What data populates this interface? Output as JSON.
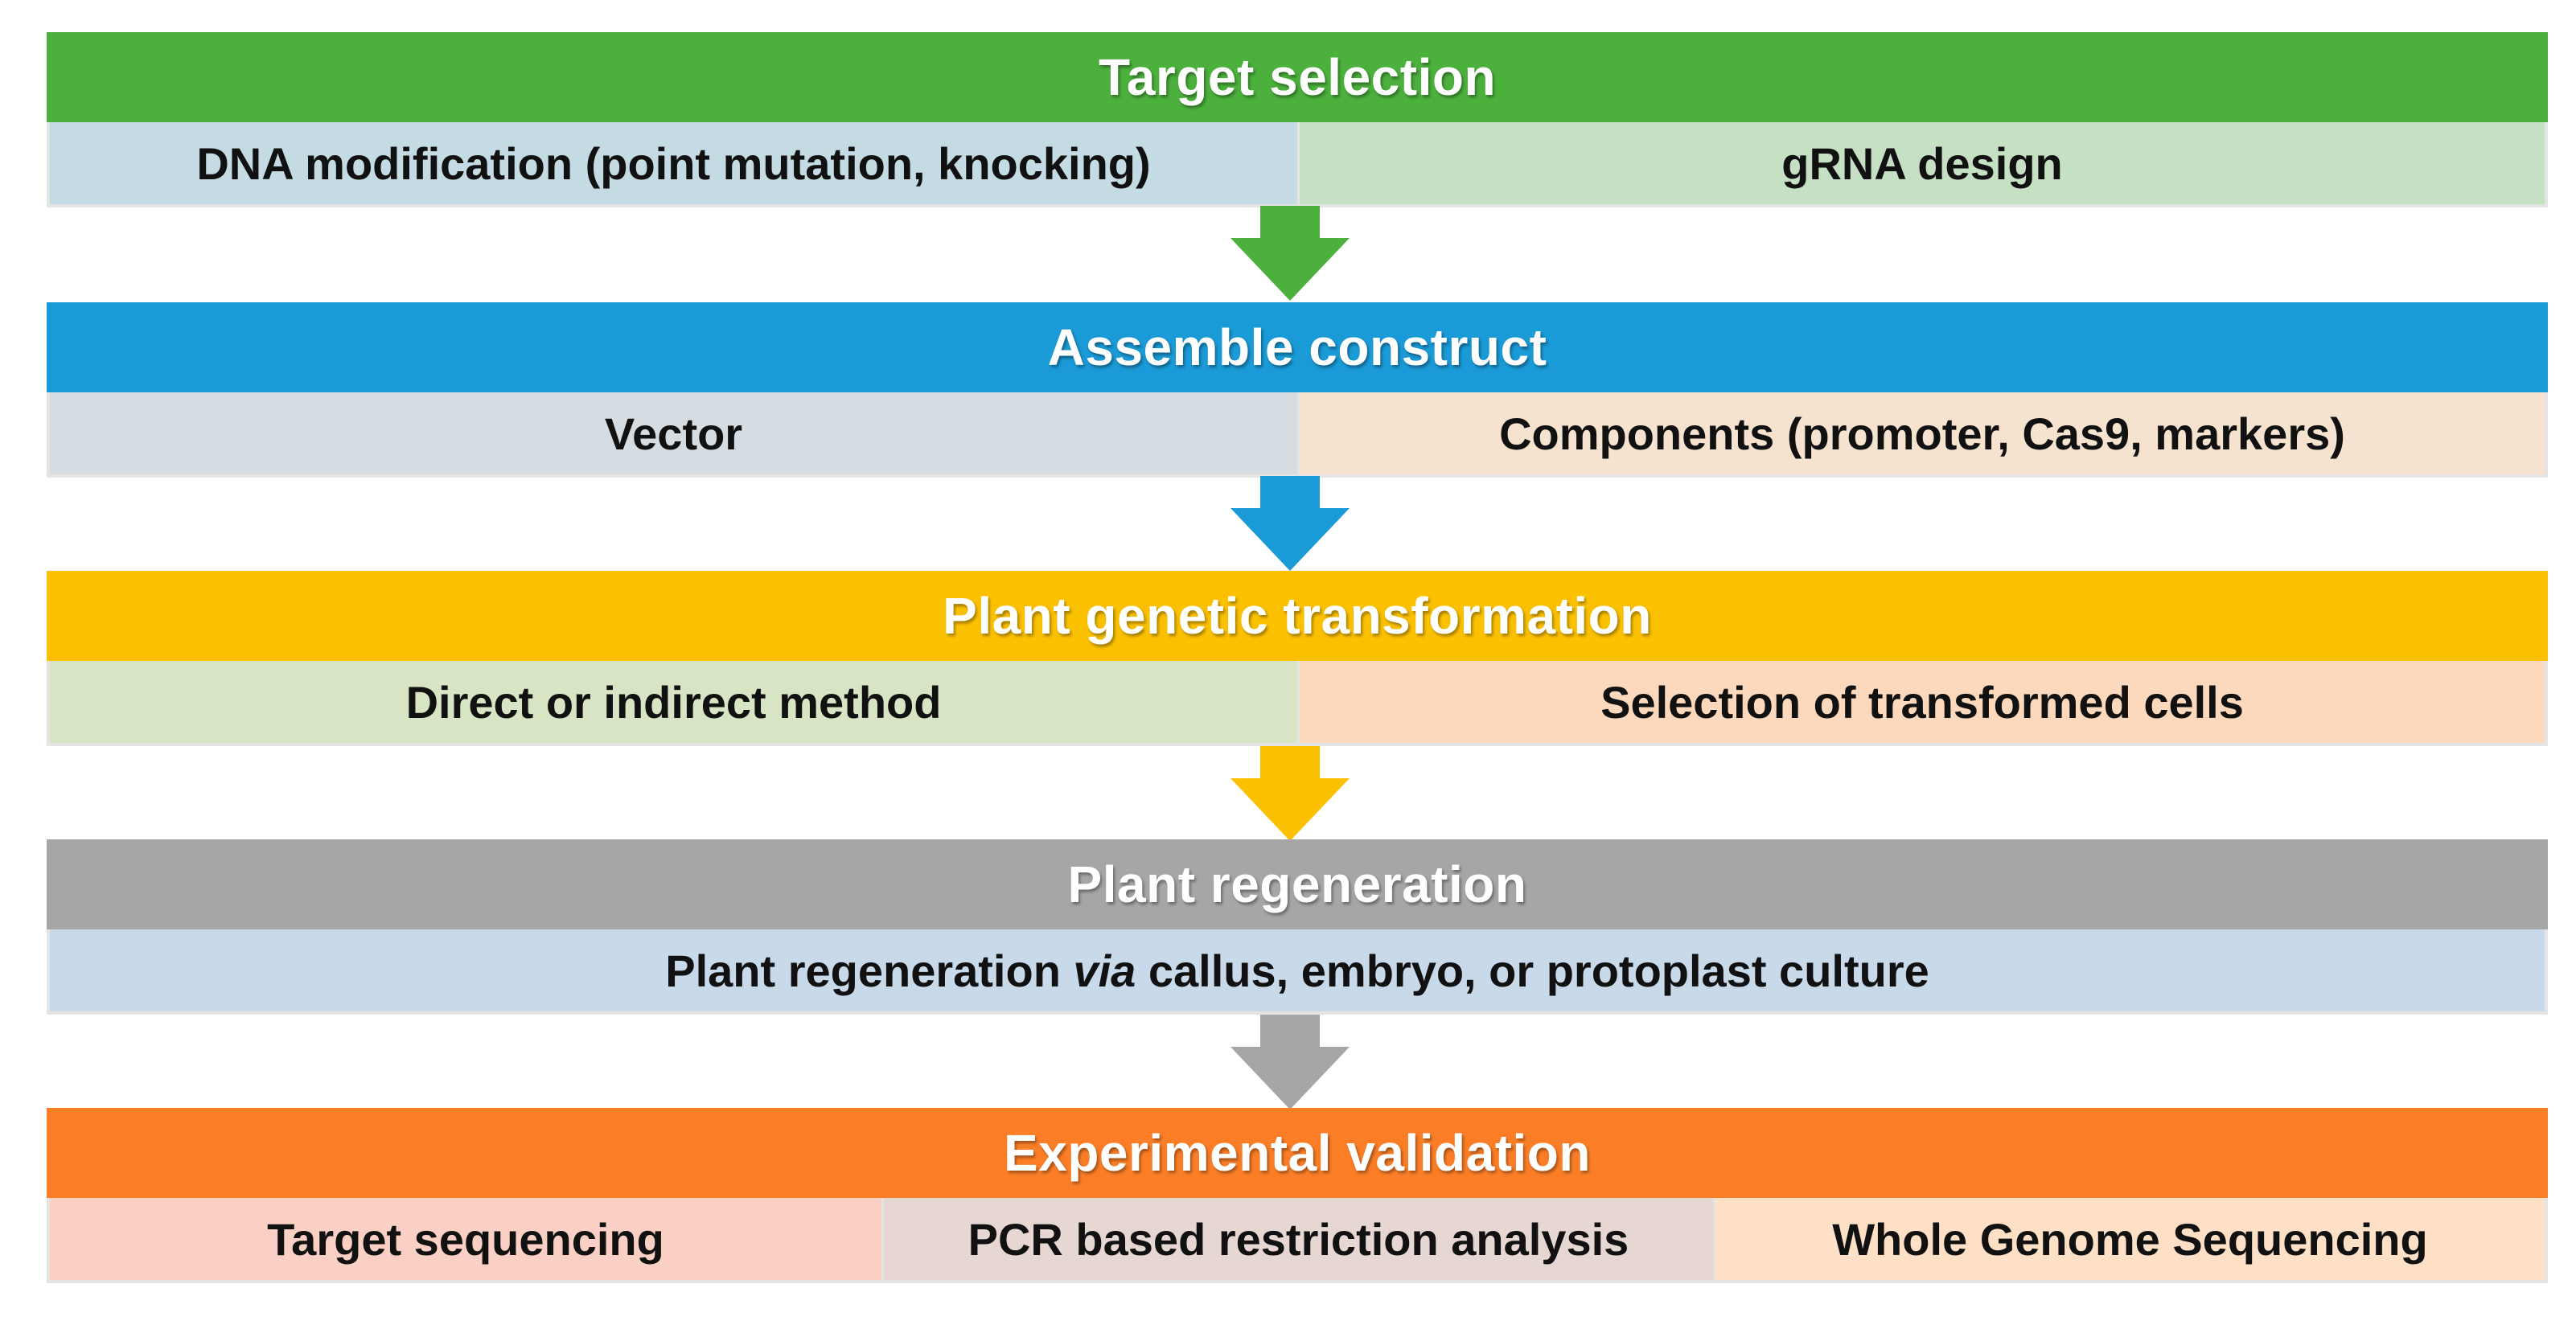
{
  "stages": [
    {
      "title": "Target selection",
      "header_color": "#4bb03c",
      "cells": [
        {
          "text": "DNA modification (point mutation, knocking)",
          "color": "#c4dbe3"
        },
        {
          "text": "gRNA design",
          "color": "#c6e0c4"
        }
      ]
    },
    {
      "title": "Assemble construct",
      "header_color": "#1a9ad6",
      "cells": [
        {
          "text": "Vector",
          "color": "#d5dde3"
        },
        {
          "text": "Components (promoter, Cas9, markers)",
          "color": "#f5e3cf"
        }
      ]
    },
    {
      "title": "Plant genetic transformation",
      "header_color": "#fbc000",
      "cells": [
        {
          "text": "Direct or indirect method",
          "color": "#d8e5c5"
        },
        {
          "text": "Selection of transformed cells",
          "color": "#fcd9bd"
        }
      ]
    },
    {
      "title": "Plant regeneration",
      "header_color": "#a6a6a6",
      "cells": [
        {
          "text_before": "Plant regeneration ",
          "text_italic": "via",
          "text_after": " callus, embryo, or protoplast culture",
          "color": "#c8d9ea"
        }
      ]
    },
    {
      "title": "Experimental validation",
      "header_color": "#fb7e27",
      "cells": [
        {
          "text": "Target sequencing",
          "color": "#fbd0c4"
        },
        {
          "text": "PCR based restriction analysis",
          "color": "#e6d7d3"
        },
        {
          "text": "Whole Genome Sequencing",
          "color": "#fde0c5"
        }
      ]
    }
  ],
  "arrows": [
    {
      "icon": "down-arrow-icon",
      "color": "#4bb03c"
    },
    {
      "icon": "down-arrow-icon",
      "color": "#1a9ad6"
    },
    {
      "icon": "down-arrow-icon",
      "color": "#fbc000"
    },
    {
      "icon": "down-arrow-icon",
      "color": "#a6a6a6"
    }
  ]
}
